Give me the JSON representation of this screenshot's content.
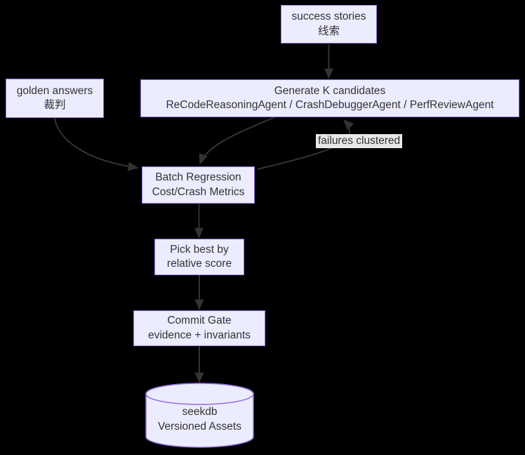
{
  "colors": {
    "background": "#000000",
    "node_fill": "#ECECFF",
    "node_border": "#9370DB",
    "edge": "#333333",
    "label_bg": "#e8e8e8",
    "text": "#333333"
  },
  "nodes": {
    "success_stories": {
      "lines": [
        "success stories",
        "线索"
      ]
    },
    "golden_answers": {
      "lines": [
        "golden answers",
        "裁判"
      ]
    },
    "generate": {
      "lines": [
        "Generate K candidates",
        "ReCodeReasoningAgent / CrashDebuggerAgent / PerfReviewAgent"
      ]
    },
    "batch_regression": {
      "lines": [
        "Batch Regression",
        "Cost/Crash Metrics"
      ]
    },
    "pick_best": {
      "lines": [
        "Pick best by",
        "relative score"
      ]
    },
    "commit_gate": {
      "lines": [
        "Commit Gate",
        "evidence + invariants"
      ]
    },
    "seekdb": {
      "lines": [
        "seekdb",
        "Versioned Assets"
      ]
    }
  },
  "edge_labels": {
    "failures_clustered": "failures clustered"
  }
}
